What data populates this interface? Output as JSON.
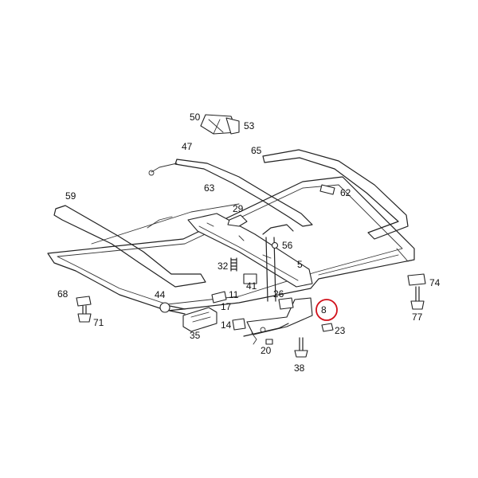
{
  "diagram": {
    "highlight_color": "#d1111b",
    "highlighted_part": "8",
    "parts": [
      {
        "id": "50"
      },
      {
        "id": "53"
      },
      {
        "id": "47"
      },
      {
        "id": "65"
      },
      {
        "id": "63"
      },
      {
        "id": "62"
      },
      {
        "id": "59"
      },
      {
        "id": "29"
      },
      {
        "id": "56"
      },
      {
        "id": "5"
      },
      {
        "id": "32"
      },
      {
        "id": "41"
      },
      {
        "id": "74"
      },
      {
        "id": "44"
      },
      {
        "id": "11"
      },
      {
        "id": "68"
      },
      {
        "id": "17"
      },
      {
        "id": "26"
      },
      {
        "id": "8"
      },
      {
        "id": "77"
      },
      {
        "id": "71"
      },
      {
        "id": "14"
      },
      {
        "id": "23"
      },
      {
        "id": "35"
      },
      {
        "id": "20"
      },
      {
        "id": "38"
      }
    ]
  }
}
